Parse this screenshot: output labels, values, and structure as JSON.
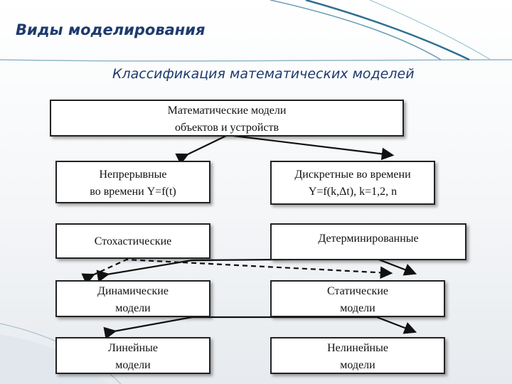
{
  "slide": {
    "title": "Виды моделирования",
    "subtitle": "Классификация математических моделей"
  },
  "nodes": {
    "root": {
      "line1": "Математические модели",
      "line2": "объектов и устройств"
    },
    "continuous": {
      "line1": "Непрерывные",
      "line2": "во времени Y=f(t)"
    },
    "discrete": {
      "line1": "Дискретные во времени",
      "line2": "Y=f(k,Δt), k=1,2, n"
    },
    "stochastic": {
      "line1": "Стохастические"
    },
    "deterministic": {
      "line1": "Детерминированные"
    },
    "dynamic": {
      "line1": "Динамические",
      "line2": "модели"
    },
    "static": {
      "line1": "Статические",
      "line2": "модели"
    },
    "linear": {
      "line1": "Линейные",
      "line2": "модели"
    },
    "nonlinear": {
      "line1": "Нелинейные",
      "line2": "модели"
    }
  },
  "colors": {
    "title": "#1f3b6e",
    "accent_swoosh": "#2f6f8f",
    "box_border": "#222222"
  }
}
